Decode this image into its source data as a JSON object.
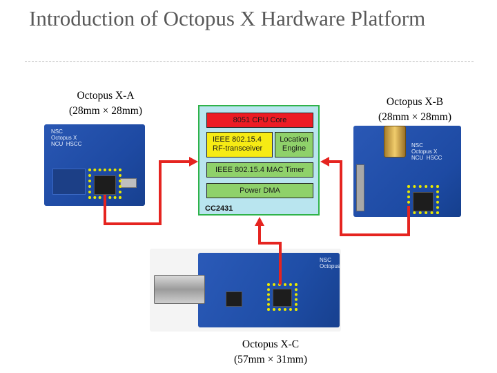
{
  "title": "Introduction of Octopus X Hardware Platform",
  "boards": {
    "a": {
      "name": "Octopus X-A",
      "size": "(28mm × 28mm)"
    },
    "b": {
      "name": "Octopus X-B",
      "size": "(28mm × 28mm)"
    },
    "c": {
      "name": "Octopus X-C",
      "size": "(57mm × 31mm)"
    }
  },
  "chip": {
    "name": "CC2431",
    "blocks": {
      "cpu": "8051 CPU Core",
      "rf_line1": "IEEE 802.15.4",
      "rf_line2": "RF-transceiver",
      "location_line1": "Location",
      "location_line2": "Engine",
      "mac": "IEEE 802.15.4 MAC Timer",
      "dma": "Power DMA"
    }
  },
  "colors": {
    "arrow": "#e52420",
    "chip_bg": "#b9e5ef",
    "chip_border": "#2fb34a",
    "highlight": "#e8e800",
    "pcb": "#1f4ea7"
  }
}
